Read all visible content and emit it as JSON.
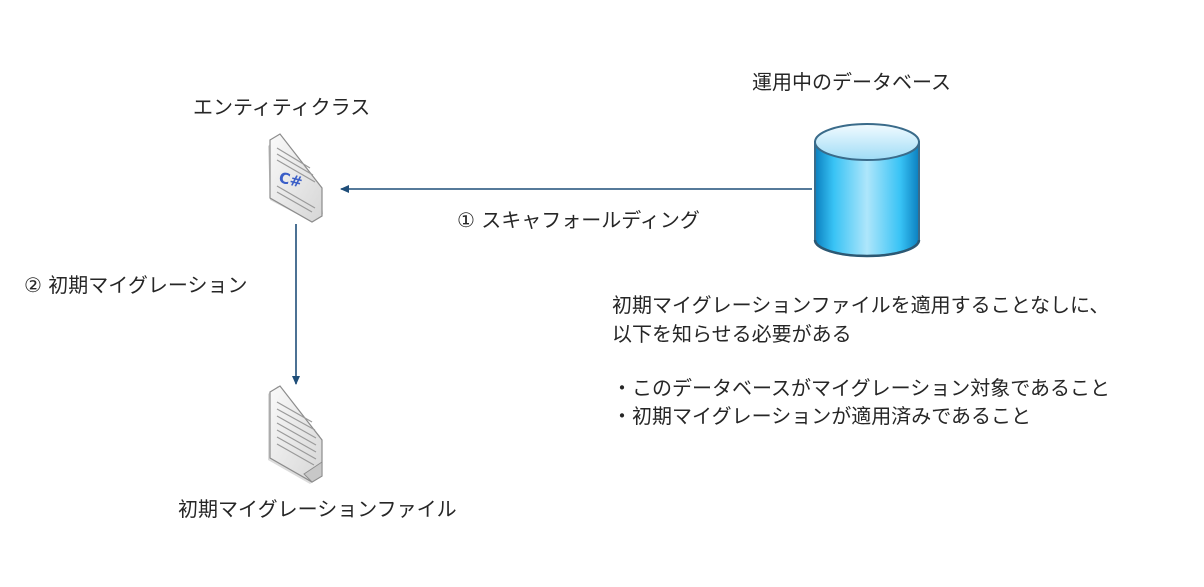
{
  "entity": {
    "label": "エンティティクラス",
    "icon_text": "C#"
  },
  "database": {
    "label": "運用中のデータベース"
  },
  "migration_file": {
    "label": "初期マイグレーションファイル"
  },
  "arrows": {
    "scaffolding": "① スキャフォールディング",
    "migration": "② 初期マイグレーション"
  },
  "note": {
    "line1": "初期マイグレーションファイルを適用することなしに、",
    "line2": "以下を知らせる必要がある",
    "bullets": [
      "・このデータベースがマイグレーション対象であること",
      "・初期マイグレーションが適用済みであること"
    ]
  },
  "colors": {
    "arrow": "#1f4e79",
    "db_light": "#dff4ff",
    "db_mid": "#29b6ee",
    "db_dark": "#0a6fa8"
  }
}
